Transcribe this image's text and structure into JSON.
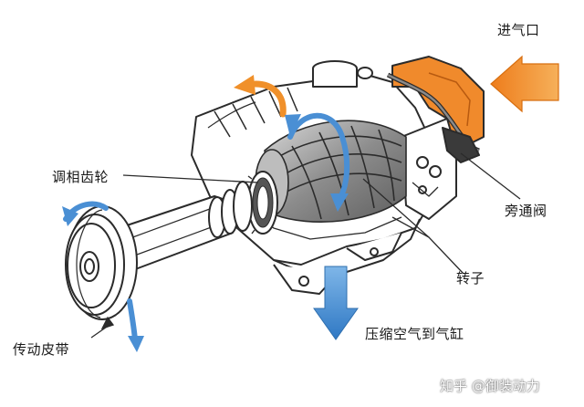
{
  "labels": {
    "intake": "进气口",
    "phasing_gear": "调相齿轮",
    "bypass_valve": "旁通阀",
    "rotor": "转子",
    "drive_belt": "传动皮带",
    "compressed_air": "压缩空气到气缸"
  },
  "watermark": "知乎 @御装动力",
  "colors": {
    "orange_arrow": "#f0902a",
    "blue_arrow": "#4a8fd4",
    "bypass_orange": "#f08a2c",
    "outline": "#2b2b2b",
    "body_fill": "#ffffff",
    "rotor_fill": "#9a9a9a"
  }
}
